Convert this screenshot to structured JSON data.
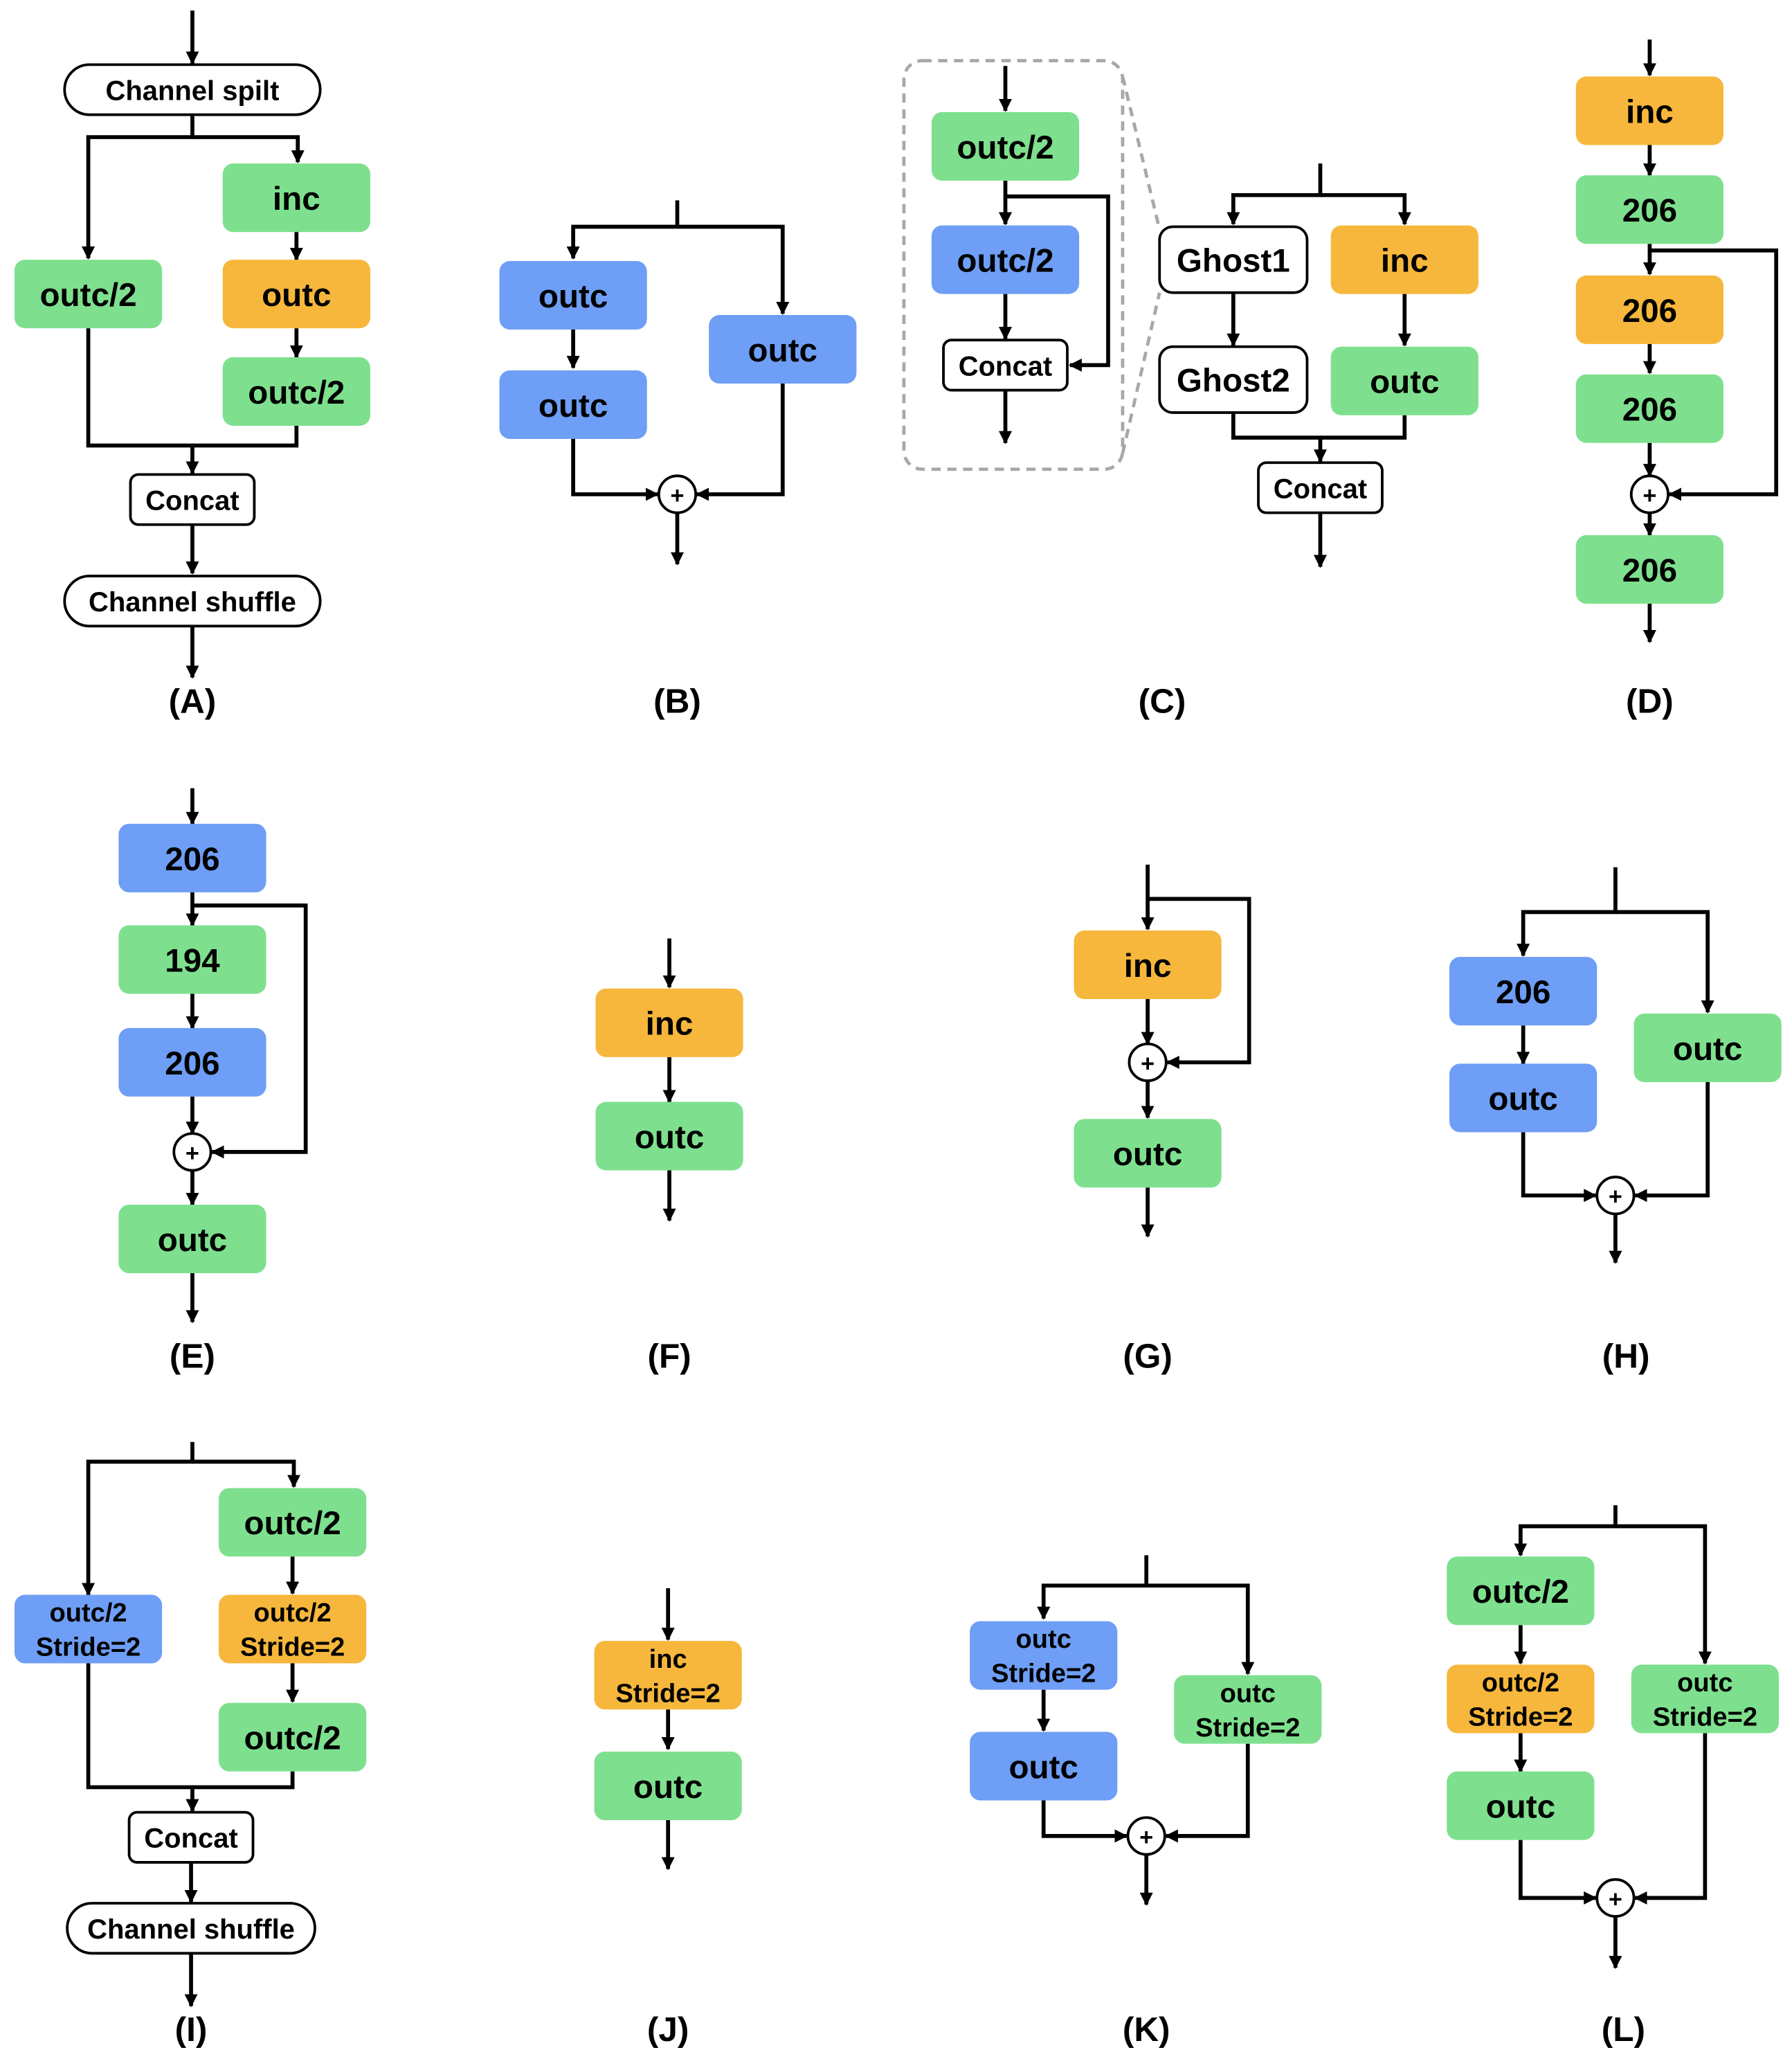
{
  "colors": {
    "green": "#7ee08e",
    "orange": "#f6b73c",
    "blue": "#6e9ef5",
    "white": "#ffffff",
    "line": "#000000",
    "dashed_frame": "#a8a8a8"
  },
  "panels": {
    "A": {
      "label": "(A)",
      "split": "Channel spilt",
      "left": "outc/2",
      "inc": "inc",
      "mid": "outc",
      "bottom": "outc/2",
      "concat": "Concat",
      "shuffle": "Channel shuffle"
    },
    "B": {
      "label": "(B)",
      "top": "outc",
      "bottom": "outc",
      "right": "outc",
      "add": "+"
    },
    "C": {
      "label": "(C)",
      "inset_top": "outc/2",
      "inset_mid": "outc/2",
      "inset_concat": "Concat",
      "ghost1": "Ghost1",
      "ghost2": "Ghost2",
      "inc": "inc",
      "outc": "outc",
      "concat": "Concat"
    },
    "D": {
      "label": "(D)",
      "b1": "inc",
      "b2": "206",
      "b3": "206",
      "b4": "206",
      "b5": "206",
      "add": "+"
    },
    "E": {
      "label": "(E)",
      "b1": "206",
      "b2": "194",
      "b3": "206",
      "b4": "outc",
      "add": "+"
    },
    "F": {
      "label": "(F)",
      "b1": "inc",
      "b2": "outc"
    },
    "G": {
      "label": "(G)",
      "b1": "inc",
      "b2": "outc",
      "add": "+"
    },
    "H": {
      "label": "(H)",
      "top": "206",
      "bottom": "outc",
      "right": "outc",
      "add": "+"
    },
    "I": {
      "label": "(I)",
      "left_l1": "outc/2",
      "left_l2": "Stride=2",
      "r1": "outc/2",
      "r2_l1": "outc/2",
      "r2_l2": "Stride=2",
      "r3": "outc/2",
      "concat": "Concat",
      "shuffle": "Channel shuffle"
    },
    "J": {
      "label": "(J)",
      "b1_l1": "inc",
      "b1_l2": "Stride=2",
      "b2": "outc"
    },
    "K": {
      "label": "(K)",
      "top_l1": "outc",
      "top_l2": "Stride=2",
      "bottom": "outc",
      "right_l1": "outc",
      "right_l2": "Stride=2",
      "add": "+"
    },
    "L": {
      "label": "(L)",
      "b1": "outc/2",
      "b2_l1": "outc/2",
      "b2_l2": "Stride=2",
      "b3": "outc",
      "right_l1": "outc",
      "right_l2": "Stride=2",
      "add": "+"
    }
  }
}
